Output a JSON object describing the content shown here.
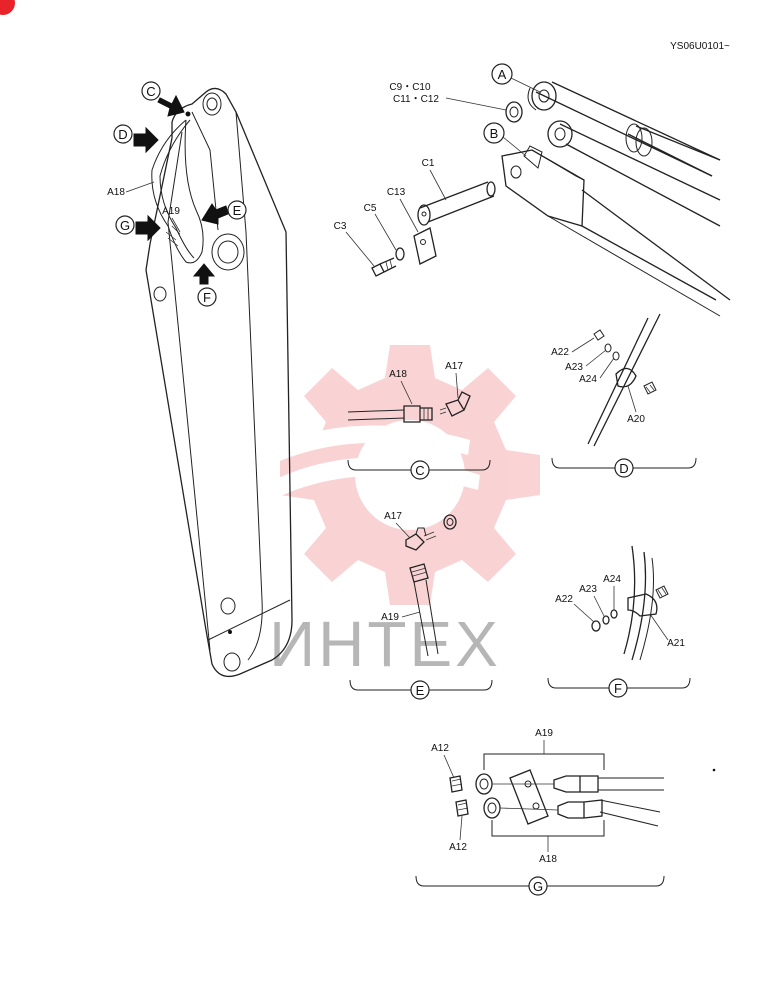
{
  "header": {
    "code": "YS06U0101~"
  },
  "watermark": {
    "text": "ИНТЕХ",
    "color": "#e63a3a"
  },
  "corner_badge": {
    "color": "#e8242a"
  },
  "overview": {
    "views": [
      "C",
      "D",
      "E",
      "F",
      "G"
    ],
    "labels": {
      "hose_a": "A18",
      "hose_b": "A19"
    }
  },
  "pin_assembly": {
    "callouts": [
      "A",
      "B"
    ],
    "labels": {
      "shims_line1": "C9・C10",
      "shims_line2": "C11・C12",
      "pin": "C1",
      "plate": "C13",
      "washer": "C5",
      "bolt": "C3"
    }
  },
  "detail_c": {
    "caption": "C",
    "labels": {
      "hose": "A18",
      "elbow": "A17"
    }
  },
  "detail_d": {
    "caption": "D",
    "labels": {
      "bolt": "A22",
      "washer": "A23",
      "spring_washer": "A24",
      "clamp": "A20"
    }
  },
  "detail_e": {
    "caption": "E",
    "labels": {
      "elbow": "A17",
      "hose": "A19"
    }
  },
  "detail_f": {
    "caption": "F",
    "labels": {
      "bolt": "A22",
      "washer": "A23",
      "spring_washer": "A24",
      "clamp": "A21"
    }
  },
  "detail_g": {
    "caption": "G",
    "labels": {
      "hose_top": "A19",
      "hose_bottom": "A18",
      "nipple_top": "A12",
      "nipple_bottom": "A12"
    }
  }
}
